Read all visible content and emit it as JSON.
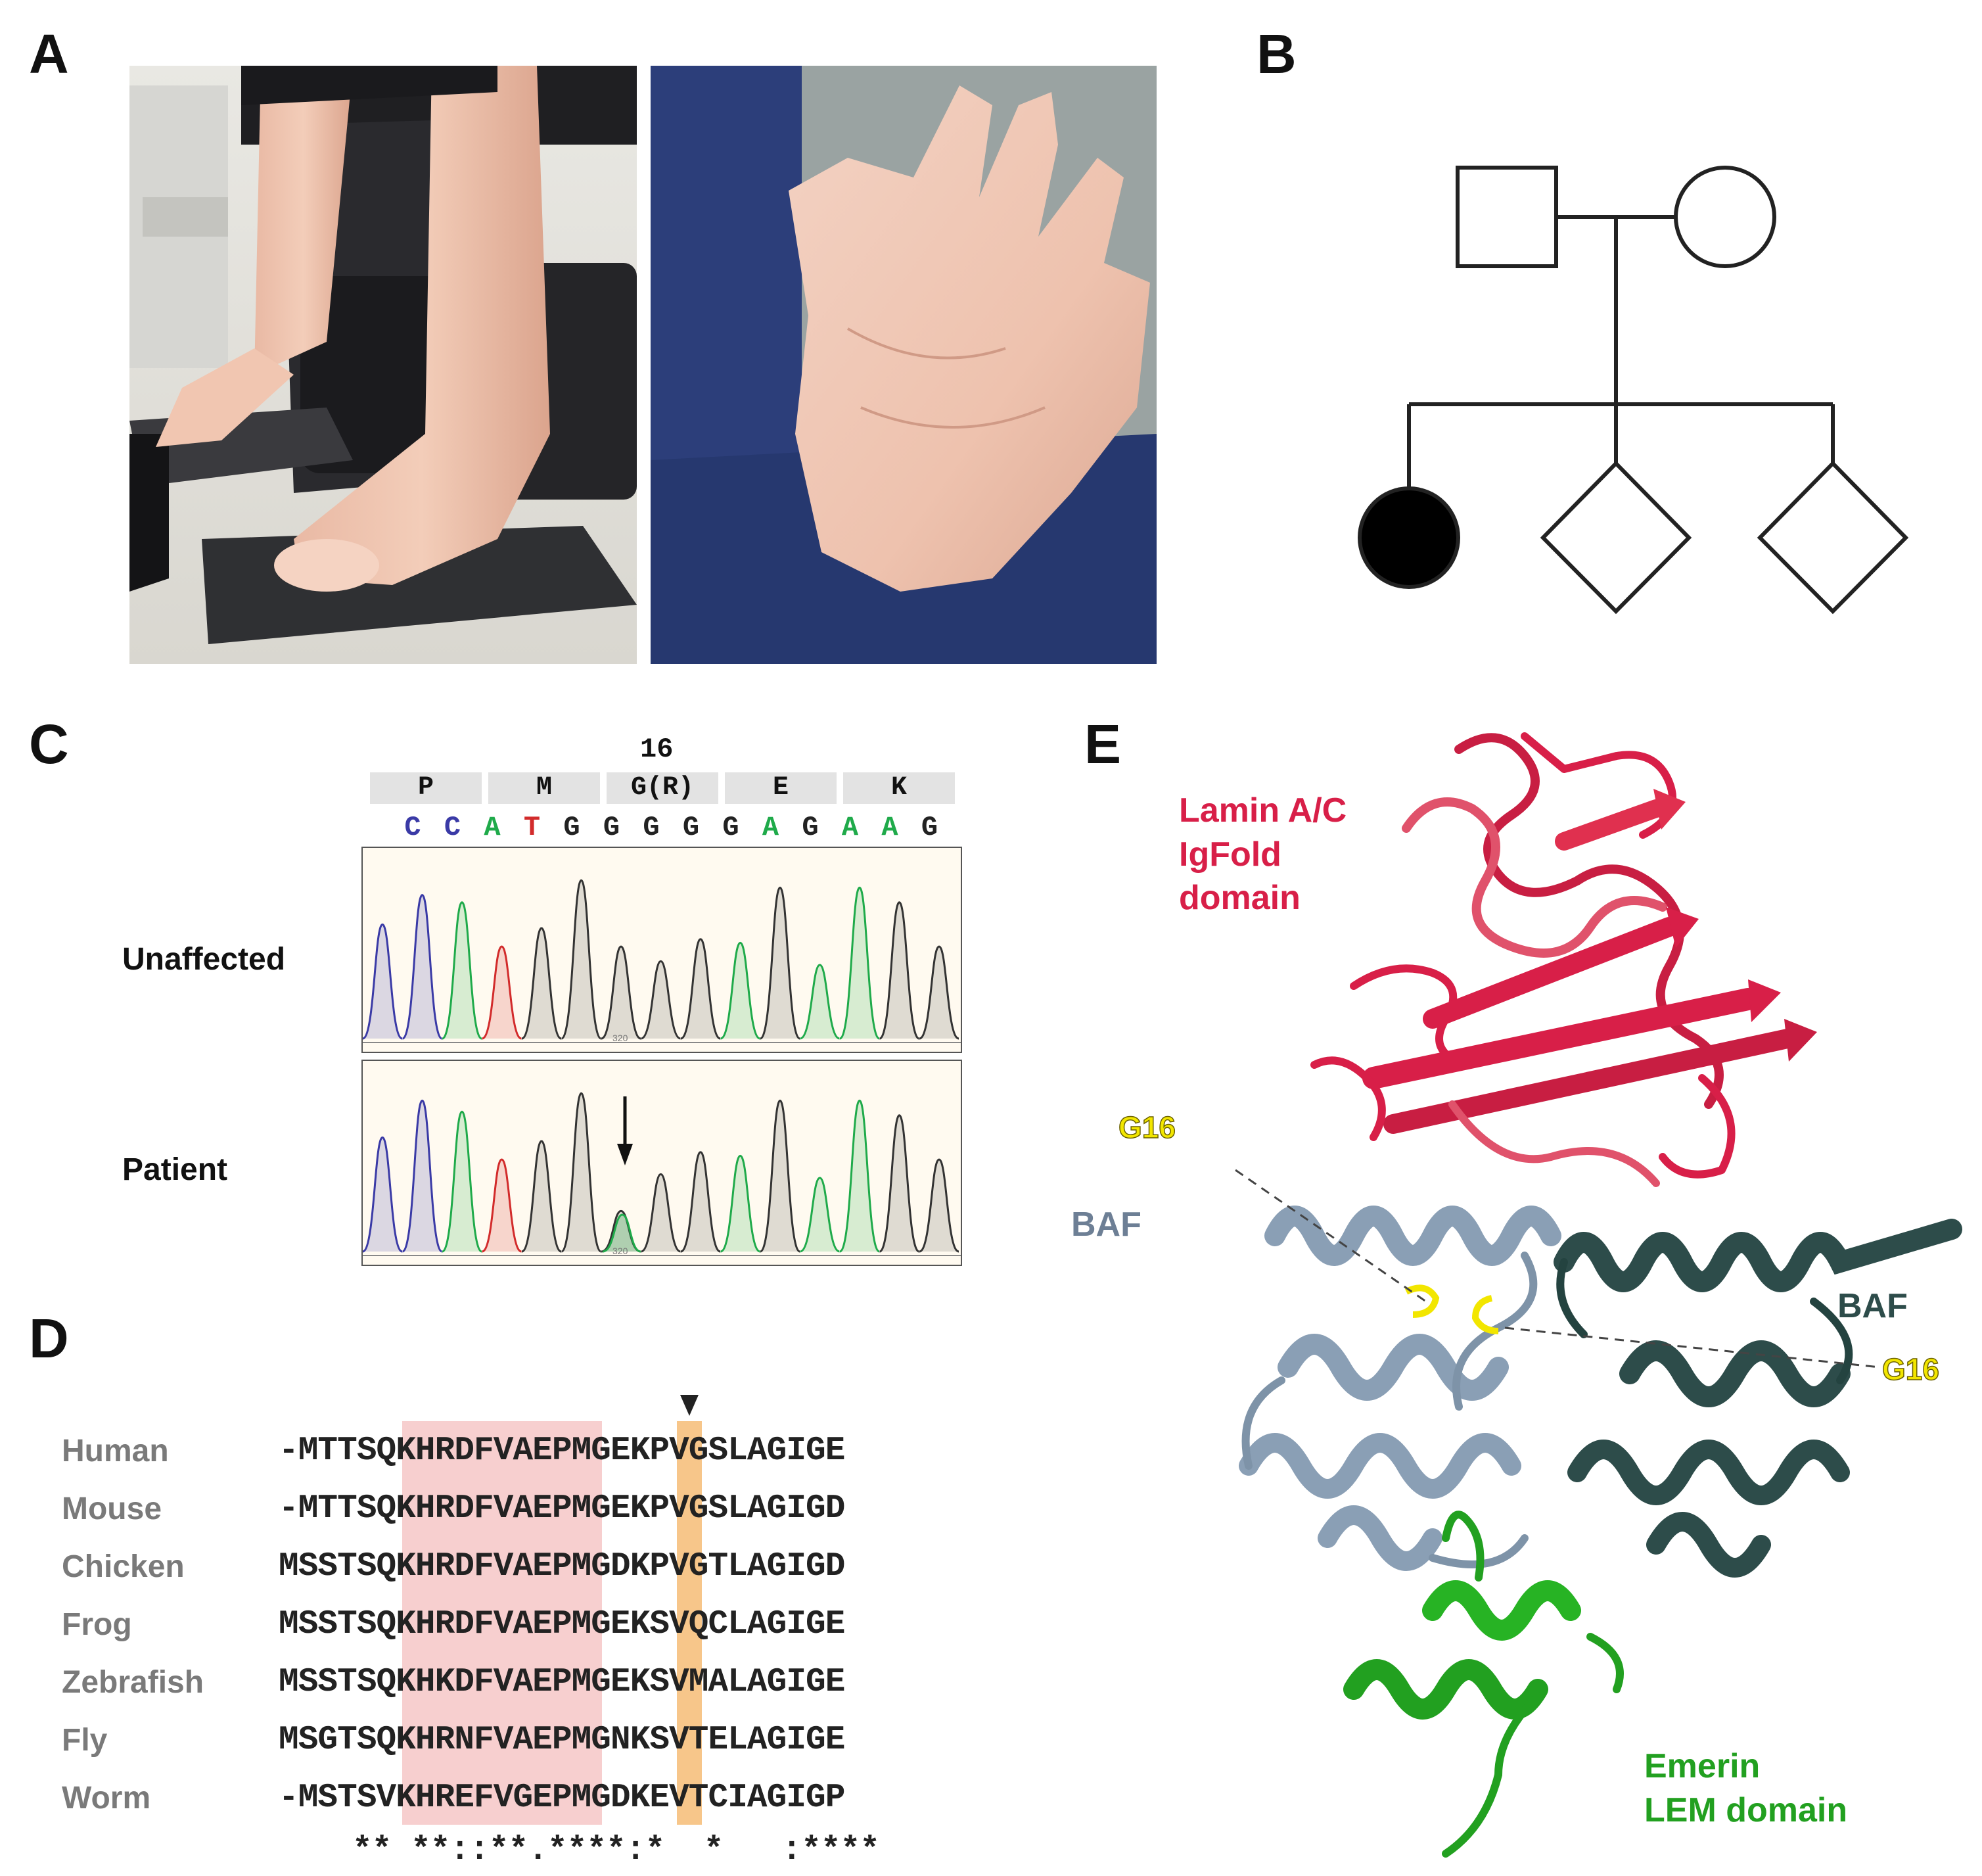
{
  "panels": {
    "a": "A",
    "b": "B",
    "c": "C",
    "d": "D",
    "e": "E"
  },
  "panel_c": {
    "position_label": "16",
    "codons": [
      "P",
      "M",
      "G(R)",
      "E",
      "K"
    ],
    "bases": [
      {
        "b": "C",
        "color": "#3a3aa6"
      },
      {
        "b": "C",
        "color": "#3a3aa6"
      },
      {
        "b": "A",
        "color": "#1faa4a"
      },
      {
        "b": "T",
        "color": "#d22b2b"
      },
      {
        "b": "G",
        "color": "#222222"
      },
      {
        "b": "G",
        "color": "#222222"
      },
      {
        "b": "G",
        "color": "#222222"
      },
      {
        "b": "G",
        "color": "#222222"
      },
      {
        "b": "G",
        "color": "#222222"
      },
      {
        "b": "A",
        "color": "#1faa4a"
      },
      {
        "b": "G",
        "color": "#222222"
      },
      {
        "b": "A",
        "color": "#1faa4a"
      },
      {
        "b": "A",
        "color": "#1faa4a"
      },
      {
        "b": "G",
        "color": "#222222"
      }
    ],
    "unaffected_label": "Unaffected",
    "patient_label": "Patient",
    "scale_tick": "320"
  },
  "panel_d": {
    "alignment": [
      {
        "species": "Human",
        "seq": "-MTTSQKHRDFVAEPMGEKPVGSLAGIGE"
      },
      {
        "species": "Mouse",
        "seq": "-MTTSQKHRDFVAEPMGEKPVGSLAGIGD"
      },
      {
        "species": "Chicken",
        "seq": "MSSTSQKHRDFVAEPMGDKPVGTLAGIGD"
      },
      {
        "species": "Frog",
        "seq": "MSSTSQKHRDFVAEPMGEKSVQCLAGIGE"
      },
      {
        "species": "Zebrafish",
        "seq": "MSSTSQKHKDFVAEPMGEKSVMALAGIGE"
      },
      {
        "species": "Fly",
        "seq": "MSGTSQKHRNFVAEPMGNKSVTELAGIGE"
      },
      {
        "species": "Worm",
        "seq": "-MSTSVKHREFVGEPMGDKEVTCIAGIGP"
      }
    ],
    "conservation": "** **::**.****:*  *   :****",
    "colors": {
      "lem_region": "#f7cfcf",
      "g16_column": "#f7c68a"
    }
  },
  "panel_e": {
    "lamin_label": "Lamin A/C\nIgFold\ndomain",
    "baf_left": "BAF",
    "baf_right": "BAF",
    "g16_left": "G16",
    "g16_right": "G16",
    "emerin_label": "Emerin\nLEM domain",
    "colors": {
      "lamin": "#d81f48",
      "baf_left": "#8a9fb5",
      "baf_right": "#2d4c4a",
      "emerin": "#22a020",
      "g16": "#f2e600"
    }
  }
}
